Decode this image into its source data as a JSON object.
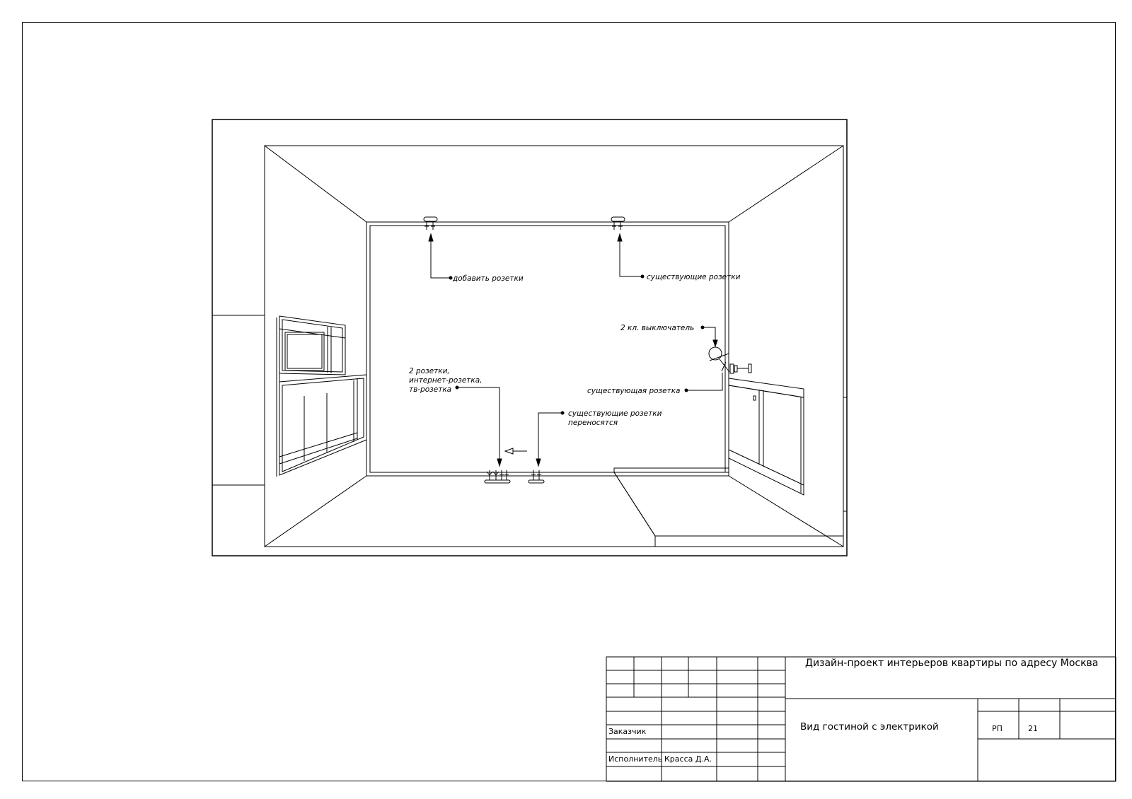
{
  "annotations": {
    "add_sockets": "добавить розетки",
    "existing_sockets": "существующие розетки",
    "switch_2key": "2 кл. выключатель",
    "existing_socket": "существующая розетка",
    "sockets_group_line1": "2 розетки,",
    "sockets_group_line2": "интернет-розетка,",
    "sockets_group_line3": "тв-розетка",
    "moved_sockets_line1": "существующие розетки",
    "moved_sockets_line2": "переносятся"
  },
  "title_block": {
    "project_title": "Дизайн-проект интерьеров квартиры по адресу Москва",
    "sheet_title": "Вид гостиной с электрикой",
    "customer_label": "Заказчик",
    "executor_label": "Исполнитель",
    "executor_name": "Красса Д.А.",
    "stage": "РП",
    "sheet_number": "21"
  }
}
